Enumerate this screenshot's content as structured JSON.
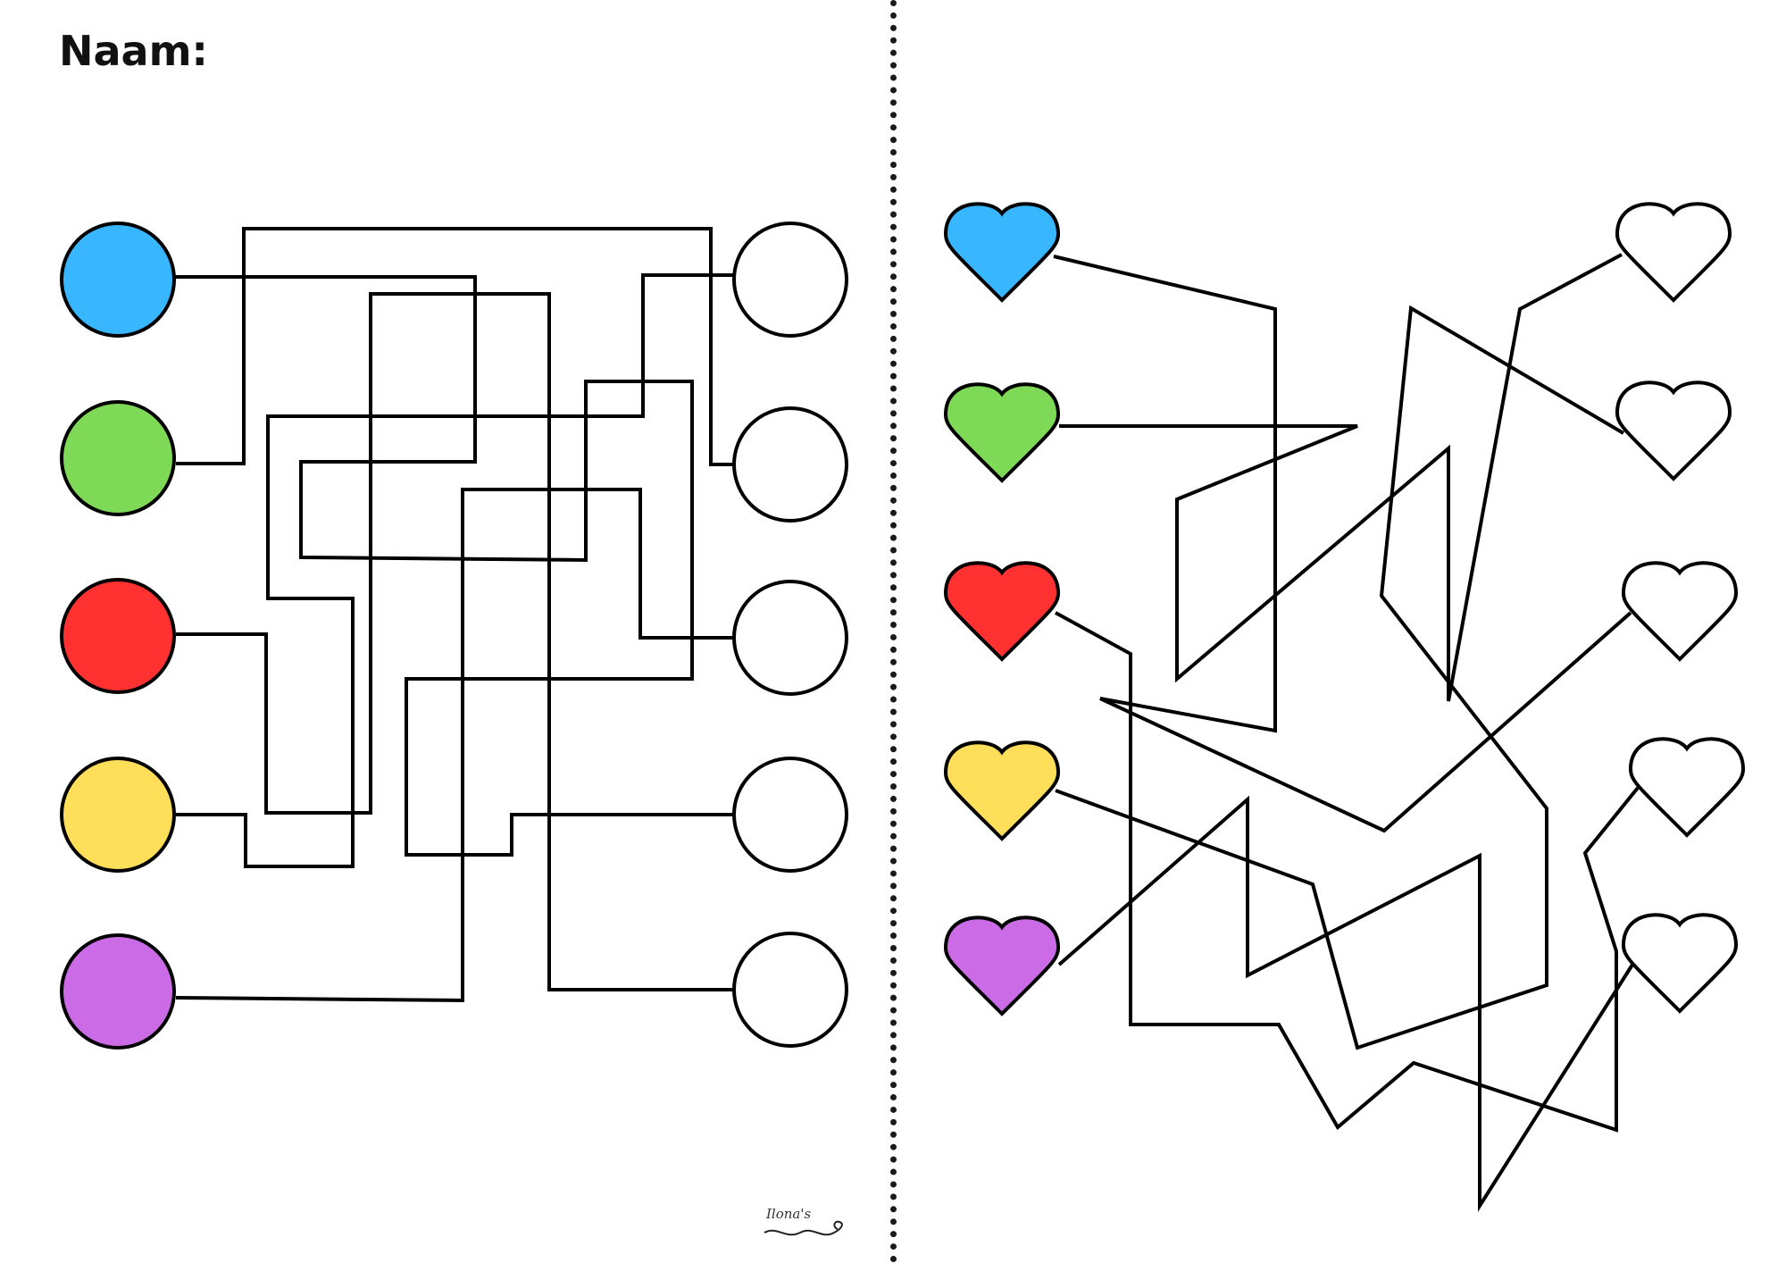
{
  "title": "Naam:",
  "logo_text": "Ilona's",
  "colors": {
    "blue": "#38b6ff",
    "green": "#7ed957",
    "red": "#ff3131",
    "yellow": "#ffde59",
    "purple": "#cb6ce6",
    "empty": "#ffffff",
    "line": "#000000"
  },
  "left_puzzle": {
    "start_circles": [
      "blue",
      "green",
      "red",
      "yellow",
      "purple"
    ],
    "end_circles": [
      "empty",
      "empty",
      "empty",
      "empty",
      "empty"
    ]
  },
  "right_puzzle": {
    "start_hearts": [
      "blue",
      "green",
      "red",
      "yellow",
      "purple"
    ],
    "end_hearts": [
      "empty",
      "empty",
      "empty",
      "empty",
      "empty"
    ]
  }
}
